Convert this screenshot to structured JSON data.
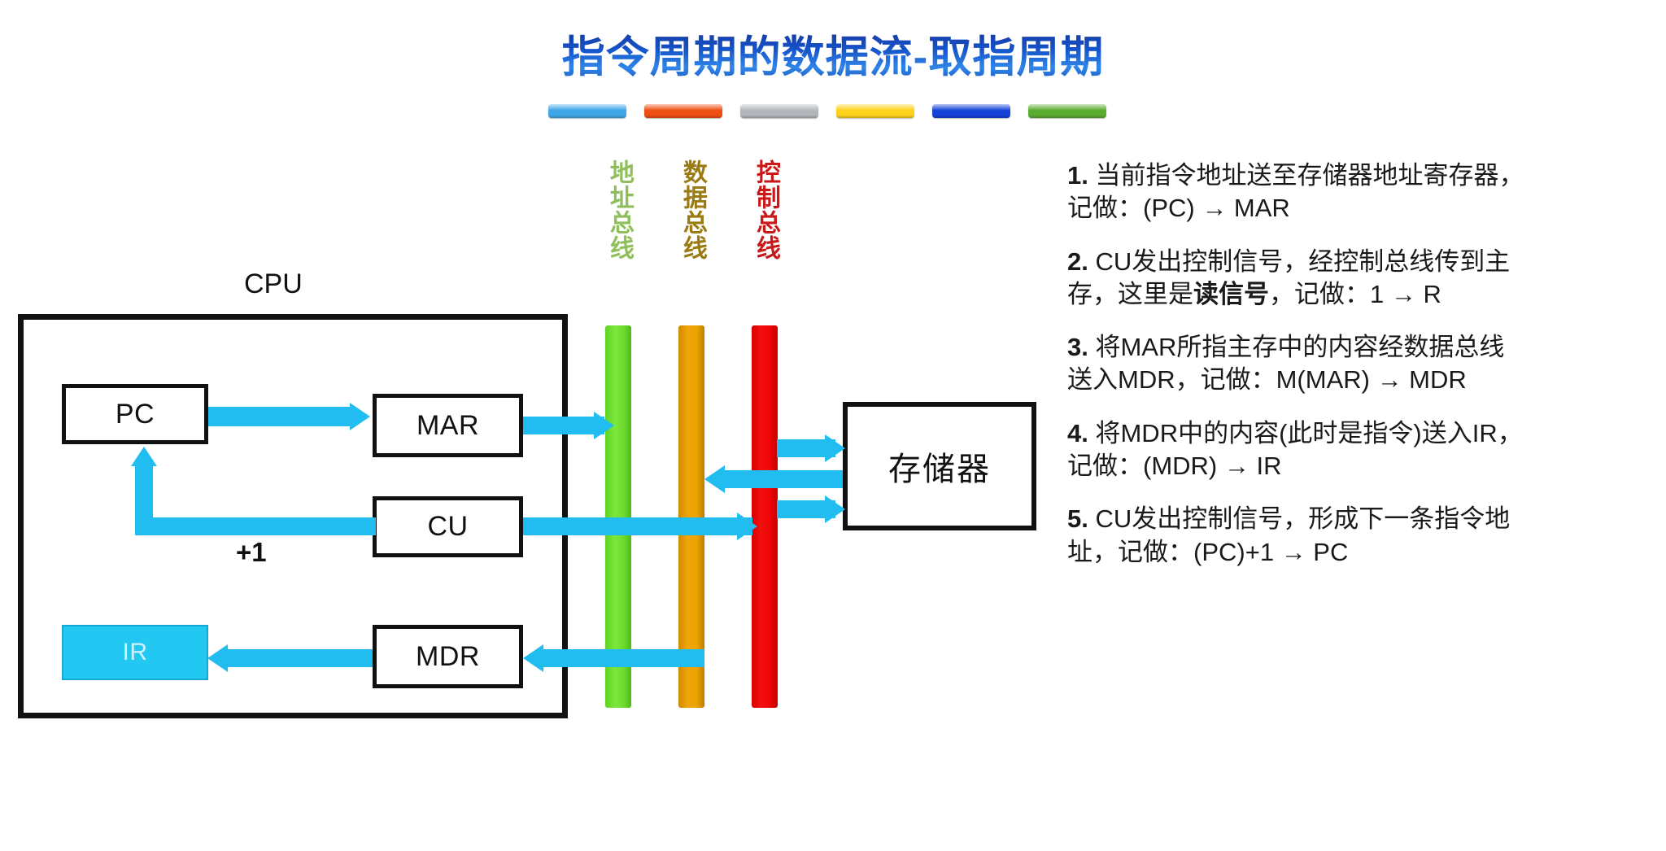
{
  "title": "指令周期的数据流-取指周期",
  "accent_bars": [
    {
      "name": "accent-bar-lightblue",
      "color": "#3fa7e8"
    },
    {
      "name": "accent-bar-orange",
      "color": "#ef4e12"
    },
    {
      "name": "accent-bar-gray",
      "color": "#b3b6bb"
    },
    {
      "name": "accent-bar-yellow",
      "color": "#ffd21c"
    },
    {
      "name": "accent-bar-blue",
      "color": "#1544d8"
    },
    {
      "name": "accent-bar-green",
      "color": "#5aad2e"
    }
  ],
  "diagram": {
    "cpu_label": "CPU",
    "registers": {
      "pc": "PC",
      "mar": "MAR",
      "cu": "CU",
      "mdr": "MDR",
      "ir": "IR"
    },
    "increment_label": "+1",
    "memory_label": "存储器",
    "buses": [
      {
        "name": "address-bus",
        "label": "地址总线",
        "color": "#6fdc2c",
        "text_color": "#8fbf5a"
      },
      {
        "name": "data-bus",
        "label": "数据总线",
        "color": "#eda302",
        "text_color": "#9a7b12"
      },
      {
        "name": "control-bus",
        "label": "控制总线",
        "color": "#ef0505",
        "text_color": "#c81818"
      }
    ],
    "arrow_color": "#22bdf0",
    "ir_fill_color": "#22c7f2"
  },
  "steps": [
    {
      "num": "1.",
      "line1": "当前指令地址送至存储器地址寄存器，",
      "line2": "记做：(PC) → MAR"
    },
    {
      "num": "2.",
      "line1": "CU发出控制信号，经控制总线传到主",
      "line2_a": "存，这里是",
      "line2_bold": "读信号",
      "line2_b": "，记做：1 → R"
    },
    {
      "num": "3.",
      "line1": "将MAR所指主存中的内容经数据总线",
      "line2": "送入MDR，记做：M(MAR) → MDR"
    },
    {
      "num": "4.",
      "line1": "将MDR中的内容(此时是指令)送入IR，",
      "line2": "记做：(MDR) → IR"
    },
    {
      "num": "5.",
      "line1": "CU发出控制信号，形成下一条指令地",
      "line2": "址，记做：(PC)+1 → PC"
    }
  ]
}
